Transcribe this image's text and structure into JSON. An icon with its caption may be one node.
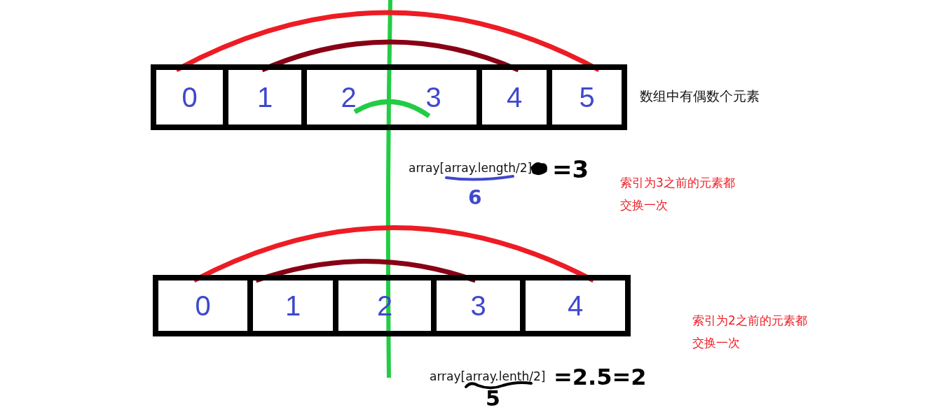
{
  "diagram": {
    "nodes": [
      {
        "text": [],
        "shape": "box"
      },
      {
        "text": [
          "0"
        ],
        "in": 0
      },
      {
        "text": [
          "1"
        ],
        "in": 0
      },
      {
        "text": [
          "2"
        ],
        "in": 0
      },
      {
        "text": [
          "3"
        ],
        "in": 0
      },
      {
        "text": [
          "4"
        ],
        "in": 0
      },
      {
        "text": [
          "5"
        ],
        "in": 0
      },
      {
        "text": [],
        "shape": "box"
      },
      {
        "text": [
          "0"
        ],
        "in": 7
      },
      {
        "text": [
          "1"
        ],
        "in": 7
      },
      {
        "text": [
          "2"
        ],
        "in": 7
      },
      {
        "text": [
          "3"
        ],
        "in": 7
      },
      {
        "text": [
          "4"
        ],
        "in": 7
      }
    ],
    "edges": [
      {
        "from": 1,
        "to": 6,
        "arrow": "none",
        "color": "#ed1c24"
      },
      {
        "from": 2,
        "to": 5,
        "arrow": "none",
        "color": "#880015"
      },
      {
        "from": 3,
        "to": 4,
        "arrow": "none",
        "color": "#22cc44"
      },
      {
        "from": 8,
        "to": 12,
        "arrow": "none",
        "color": "#ed1c24"
      },
      {
        "from": 9,
        "to": 11,
        "arrow": "none",
        "color": "#880015"
      }
    ],
    "labels": [
      "数组中有偶数个元素",
      "array[array.length/2]",
      "=3",
      "6",
      "索引为3之前的元素都交换一次",
      "array[array.lenth/2]",
      "=2.5=2",
      "5",
      "索引为2之前的元素都交换一次"
    ]
  }
}
